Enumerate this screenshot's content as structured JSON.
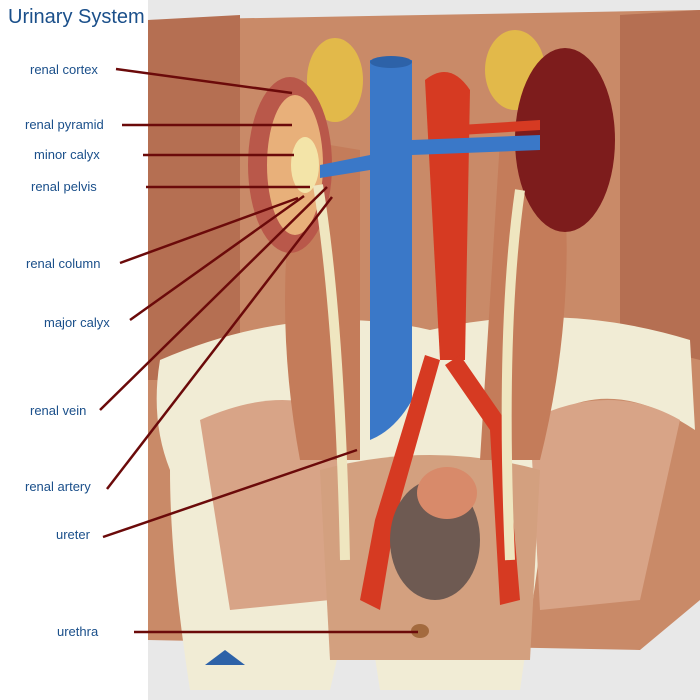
{
  "title": "Urinary System",
  "labels": [
    {
      "id": "renal-cortex",
      "text": "renal cortex"
    },
    {
      "id": "renal-pyramid",
      "text": "renal pyramid"
    },
    {
      "id": "minor-calyx",
      "text": "minor calyx"
    },
    {
      "id": "renal-pelvis",
      "text": "renal pelvis"
    },
    {
      "id": "renal-column",
      "text": "renal column"
    },
    {
      "id": "major-calyx",
      "text": "major calyx"
    },
    {
      "id": "renal-vein",
      "text": "renal vein"
    },
    {
      "id": "renal-artery",
      "text": "renal artery"
    },
    {
      "id": "ureter",
      "text": "ureter"
    },
    {
      "id": "urethra",
      "text": "urethra"
    }
  ],
  "colors": {
    "label_text": "#1a4f8a",
    "leader_line": "#6b0a0a",
    "vein": "#3a78c8",
    "artery": "#d63a22",
    "kidney": "#7d1c1c",
    "muscle": "#d49a7a",
    "fat": "#e2b94a",
    "bone": "#f1ecd5"
  }
}
